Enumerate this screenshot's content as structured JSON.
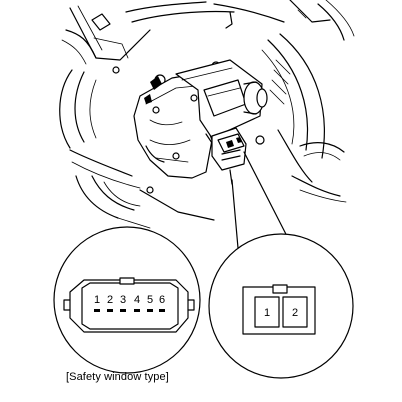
{
  "caption": "[Safety window type]",
  "connectors": {
    "left": {
      "pins": [
        "1",
        "2",
        "3",
        "4",
        "5",
        "6"
      ]
    },
    "right": {
      "pins": [
        "1",
        "2"
      ]
    }
  }
}
